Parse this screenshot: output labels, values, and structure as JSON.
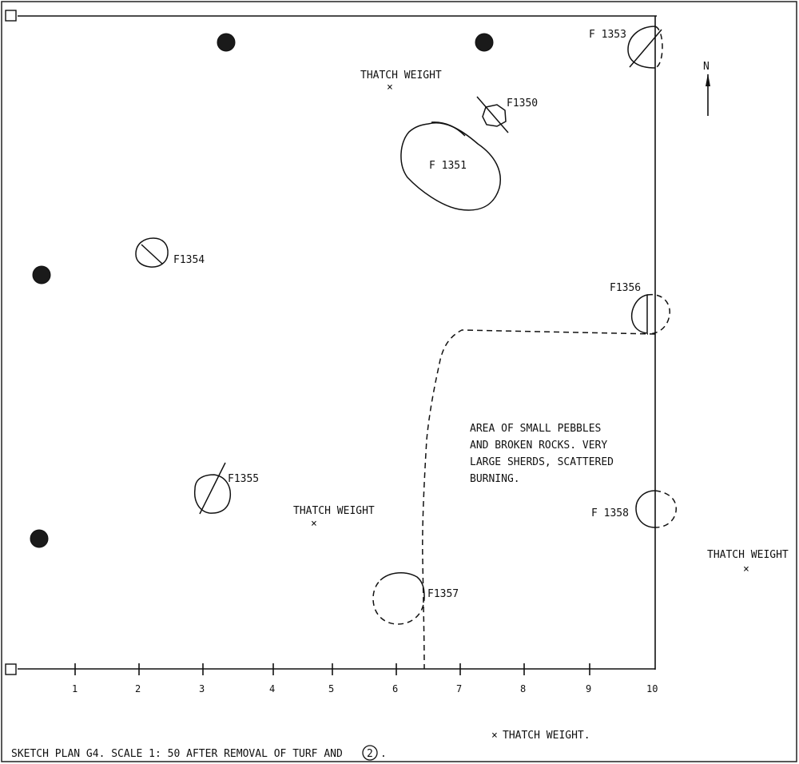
{
  "north": "N",
  "features": {
    "f1350": "F1350",
    "f1351": "F 1351",
    "f1353": "F 1353",
    "f1354": "F1354",
    "f1355": "F1355",
    "f1356": "F1356",
    "f1357": "F1357",
    "f1358": "F 1358"
  },
  "thatch_weight": {
    "top": "THATCH WEIGHT",
    "middle": "THATCH WEIGHT",
    "right": "THATCH WEIGHT"
  },
  "area_note": {
    "line1": "AREA OF SMALL PEBBLES",
    "line2": "AND BROKEN ROCKS. VERY",
    "line3": "LARGE SHERDS, SCATTERED",
    "line4": "BURNING."
  },
  "scale_ticks": [
    "1",
    "2",
    "3",
    "4",
    "5",
    "6",
    "7",
    "8",
    "9",
    "10"
  ],
  "legend": {
    "marker": "×",
    "text": "THATCH WEIGHT."
  },
  "caption": {
    "before": "SKETCH PLAN G4.  SCALE  1: 50  AFTER REMOVAL OF TURF AND",
    "circled": "2",
    "after": "."
  }
}
